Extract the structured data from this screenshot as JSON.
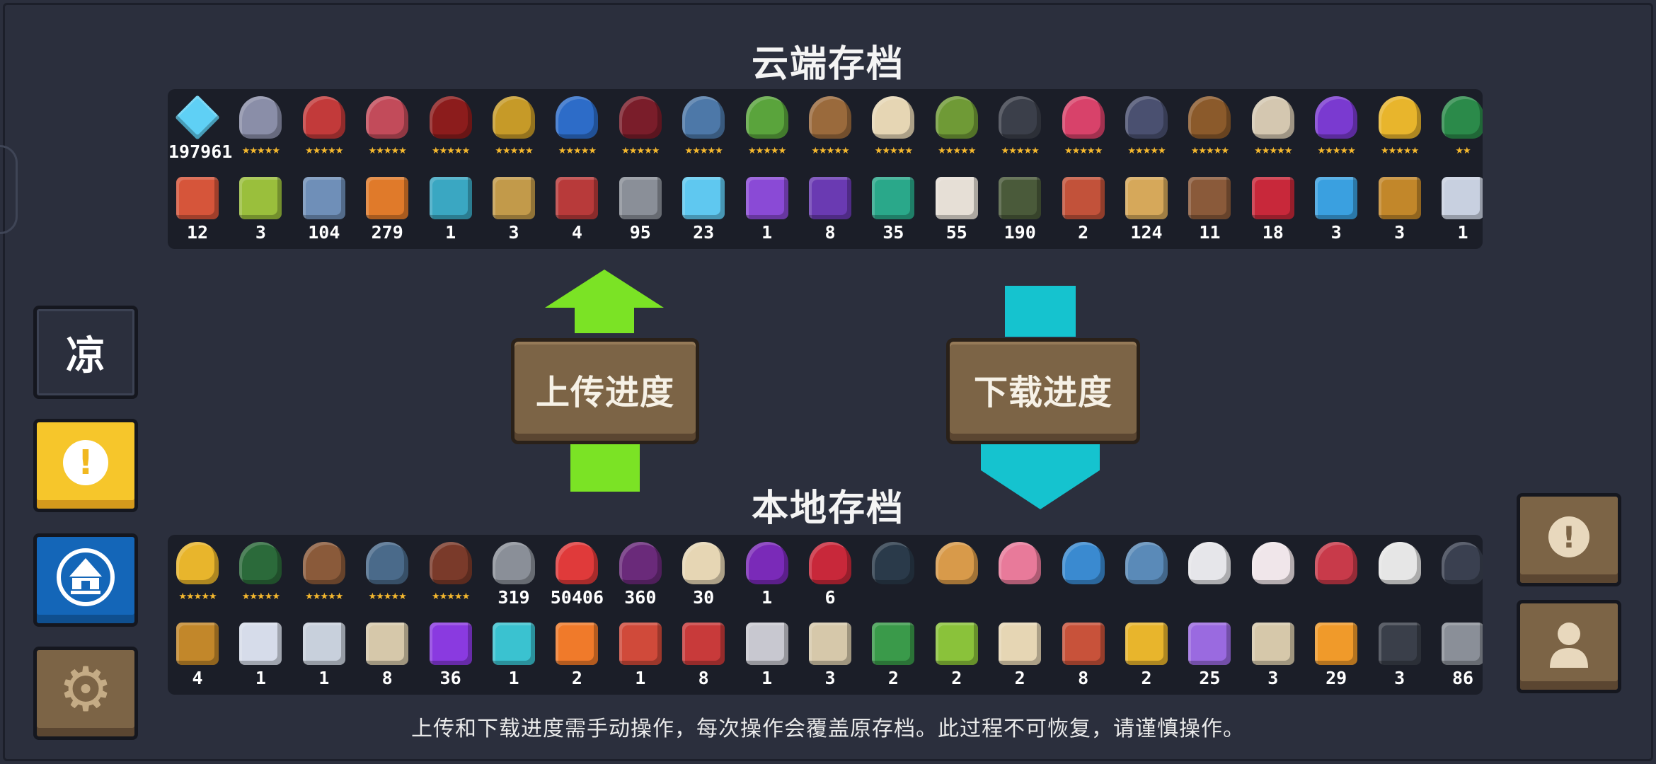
{
  "cloud": {
    "title": "云端存档",
    "characters": [
      {
        "name": "gem-icon",
        "label": "197961",
        "color": "#5fd0f5",
        "shape": "gem"
      },
      {
        "name": "assassin-icon",
        "stars": "★★★★★",
        "color": "#8a8ea8"
      },
      {
        "name": "rogue-icon",
        "stars": "★★★★★",
        "color": "#c23a3a"
      },
      {
        "name": "witch-icon",
        "stars": "★★★★★",
        "color": "#c24b5a"
      },
      {
        "name": "vampire-icon",
        "stars": "★★★★★",
        "color": "#8c1c1c"
      },
      {
        "name": "engineer-icon",
        "stars": "★★★★★",
        "color": "#c69a28"
      },
      {
        "name": "robot-icon",
        "stars": "★★★★★",
        "color": "#2d6cc8"
      },
      {
        "name": "dracula-icon",
        "stars": "★★★★★",
        "color": "#7a1d2a"
      },
      {
        "name": "paladin-icon",
        "stars": "★★★★★",
        "color": "#4d78a8"
      },
      {
        "name": "elf-icon",
        "stars": "★★★★★",
        "color": "#5aa43c"
      },
      {
        "name": "werewolf-icon",
        "stars": "★★★★★",
        "color": "#9a6a3c"
      },
      {
        "name": "priest-icon",
        "stars": "★★★★★",
        "color": "#e6d6b4"
      },
      {
        "name": "druid-icon",
        "stars": "★★★★★",
        "color": "#6f9a36"
      },
      {
        "name": "necromancer-icon",
        "stars": "★★★★★",
        "color": "#3b3f4a"
      },
      {
        "name": "berserker-icon",
        "stars": "★★★★★",
        "color": "#d8426a"
      },
      {
        "name": "demon-icon",
        "stars": "★★★★★",
        "color": "#4a5070"
      },
      {
        "name": "officer-icon",
        "stars": "★★★★★",
        "color": "#8b5a2b"
      },
      {
        "name": "taoist-icon",
        "stars": "★★★★★",
        "color": "#d4c7b0"
      },
      {
        "name": "wizard-icon",
        "stars": "★★★★★",
        "color": "#7a3ad0"
      },
      {
        "name": "golden-ram-icon",
        "stars": "★★★★★",
        "color": "#e8b52c"
      },
      {
        "name": "partial-character-icon",
        "stars": "★★",
        "color": "#2b8a4a"
      }
    ],
    "materials": [
      {
        "name": "chip-card-icon",
        "label": "12",
        "color": "#d6553a"
      },
      {
        "name": "seed-icon",
        "label": "3",
        "color": "#9abf3c"
      },
      {
        "name": "fish-icon",
        "label": "104",
        "color": "#6f8fb8"
      },
      {
        "name": "meat-icon",
        "label": "279",
        "color": "#e07a2a"
      },
      {
        "name": "blueprint-icon",
        "label": "1",
        "color": "#3aa7c2"
      },
      {
        "name": "map-icon",
        "label": "3",
        "color": "#c29a4a"
      },
      {
        "name": "weapon-part-icon",
        "label": "4",
        "color": "#b83a3a"
      },
      {
        "name": "ore-icon",
        "label": "95",
        "color": "#8a8f98"
      },
      {
        "name": "ice-crystal-icon",
        "label": "23",
        "color": "#5fc8f0"
      },
      {
        "name": "purple-plate-icon",
        "label": "1",
        "color": "#8a4ad6"
      },
      {
        "name": "phone-icon",
        "label": "8",
        "color": "#6a3ab2"
      },
      {
        "name": "jade-crystal-icon",
        "label": "35",
        "color": "#2aa88a"
      },
      {
        "name": "sack-icon",
        "label": "55",
        "color": "#e6dfd6"
      },
      {
        "name": "battery-icon",
        "label": "190",
        "color": "#4a5a3a"
      },
      {
        "name": "jar-icon",
        "label": "2",
        "color": "#c2523a"
      },
      {
        "name": "wood-plank-icon",
        "label": "124",
        "color": "#d6a85a"
      },
      {
        "name": "hammer-icon",
        "label": "11",
        "color": "#8a5a3a"
      },
      {
        "name": "red-leaf-icon",
        "label": "18",
        "color": "#c8283a"
      },
      {
        "name": "feather-icon",
        "label": "3",
        "color": "#3aa0e0"
      },
      {
        "name": "horn-icon",
        "label": "3",
        "color": "#c2872a"
      },
      {
        "name": "partial-item-icon",
        "label": "1",
        "color": "#c8d0e0"
      }
    ]
  },
  "upload_button": {
    "label": "上传进度"
  },
  "download_button": {
    "label": "下载进度"
  },
  "local": {
    "title": "本地存档",
    "characters": [
      {
        "name": "golden-ram-icon",
        "stars": "★★★★★",
        "color": "#e8b52c"
      },
      {
        "name": "green-machine-icon",
        "stars": "★★★★★",
        "color": "#2b6a3a"
      },
      {
        "name": "book-icon",
        "stars": "★★★★★",
        "color": "#8a5a3a"
      },
      {
        "name": "globe-icon",
        "stars": "★★★★★",
        "color": "#4a6a8a"
      },
      {
        "name": "plant-pot-icon",
        "stars": "★★★★★",
        "color": "#7a3a2a"
      },
      {
        "name": "gun-icon",
        "label": "319",
        "color": "#8a8f98"
      },
      {
        "name": "red-slime-icon",
        "label": "50406",
        "color": "#e03a3a"
      },
      {
        "name": "purple-boar-icon",
        "label": "360",
        "color": "#6a2a7a"
      },
      {
        "name": "card-icon",
        "label": "30",
        "color": "#e6d6b4"
      },
      {
        "name": "purple-demon-icon",
        "label": "1",
        "color": "#7a2ab8"
      },
      {
        "name": "red-demon-icon",
        "label": "6",
        "color": "#c8283a"
      },
      {
        "name": "black-cat-icon",
        "color": "#2a3a4a"
      },
      {
        "name": "shiba-icon",
        "color": "#d89a4a"
      },
      {
        "name": "pig-icon",
        "color": "#e87a9a"
      },
      {
        "name": "blue-bird-icon",
        "color": "#3a8ad0"
      },
      {
        "name": "robot-pet-icon",
        "color": "#5a8ab8"
      },
      {
        "name": "ghost-icon",
        "color": "#e6e6ea"
      },
      {
        "name": "rabbit-icon",
        "color": "#f0e6ea"
      },
      {
        "name": "drone-icon",
        "color": "#c83a4a"
      },
      {
        "name": "tap-sign-icon",
        "color": "#e6e6e6"
      },
      {
        "name": "crow-icon",
        "color": "#3a4050"
      }
    ],
    "materials": [
      {
        "name": "horn-icon",
        "label": "4",
        "color": "#c2872a"
      },
      {
        "name": "blueprint-white-icon",
        "label": "1",
        "color": "#d6dcea"
      },
      {
        "name": "blueprint-red-icon",
        "label": "1",
        "color": "#c8d0dc"
      },
      {
        "name": "scroll-icon",
        "label": "8",
        "color": "#d6c8aa"
      },
      {
        "name": "purple-crystal-icon",
        "label": "36",
        "color": "#8a3ae0"
      },
      {
        "name": "cyan-box-icon",
        "label": "1",
        "color": "#3ac2d0"
      },
      {
        "name": "carrot-icon",
        "label": "2",
        "color": "#f07a2a"
      },
      {
        "name": "red-blueprint-icon",
        "label": "1",
        "color": "#d04a3a"
      },
      {
        "name": "tv-icon",
        "label": "8",
        "color": "#c83a3a"
      },
      {
        "name": "gray-blueprint-icon",
        "label": "1",
        "color": "#c8c8d0"
      },
      {
        "name": "scroll-icon-2",
        "label": "3",
        "color": "#d6c8aa"
      },
      {
        "name": "green-block-icon",
        "label": "2",
        "color": "#3a9a4a"
      },
      {
        "name": "rainbow-leaf-icon",
        "label": "2",
        "color": "#8ac23a"
      },
      {
        "name": "letter-icon",
        "label": "2",
        "color": "#e6d6b4"
      },
      {
        "name": "shop-icon",
        "label": "8",
        "color": "#c8523a"
      },
      {
        "name": "gold-key-icon",
        "label": "2",
        "color": "#e8b52c"
      },
      {
        "name": "violet-shard-icon",
        "label": "25",
        "color": "#9a6ae0"
      },
      {
        "name": "scroll-icon-3",
        "label": "3",
        "color": "#d6c8aa"
      },
      {
        "name": "fire-leaf-icon",
        "label": "29",
        "color": "#f09a2a"
      },
      {
        "name": "dark-card-icon",
        "label": "3",
        "color": "#3a3f4a"
      },
      {
        "name": "gear-part-icon",
        "label": "86",
        "color": "#8a8f98"
      }
    ]
  },
  "side_buttons": {
    "lang_label": "凉",
    "notice_symbol": "!",
    "alert_symbol": "!",
    "settings_symbol": "⚙"
  },
  "footer": {
    "note": "上传和下载进度需手动操作，每次操作会覆盖原存档。此过程不可恢复，请谨慎操作。"
  }
}
